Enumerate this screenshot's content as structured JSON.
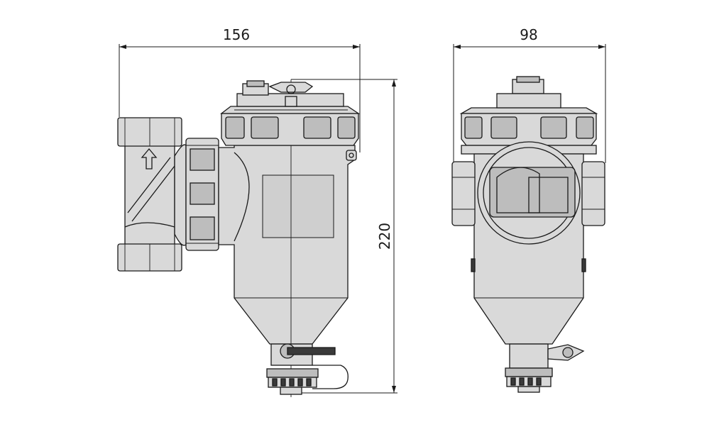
{
  "dimensions": {
    "front_width": "156",
    "side_width": "98",
    "height": "220"
  },
  "colors": {
    "line": "#1a1a1a",
    "body_fill": "#d9d9d9",
    "dark_fill": "#3a3a3a",
    "background": "#ffffff"
  },
  "icons": [
    "arrow-up-icon",
    "valve-handle-icon"
  ]
}
